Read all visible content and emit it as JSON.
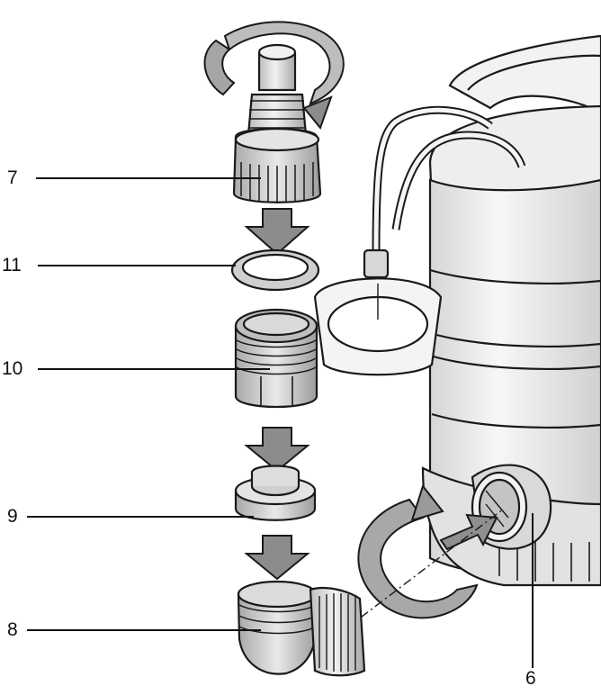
{
  "callouts": [
    {
      "id": "l7",
      "text": "7"
    },
    {
      "id": "l11",
      "text": "11"
    },
    {
      "id": "l10",
      "text": "10"
    },
    {
      "id": "l9",
      "text": "9"
    },
    {
      "id": "l8",
      "text": "8"
    },
    {
      "id": "l6",
      "text": "6"
    }
  ],
  "colors": {
    "outline": "#1a1a1a",
    "part_light": "#e6e6e6",
    "part_mid": "#c8c8c8",
    "part_dark": "#9a9a9a",
    "arrow": "#8c8c8c",
    "pump_body": "#ececec"
  }
}
